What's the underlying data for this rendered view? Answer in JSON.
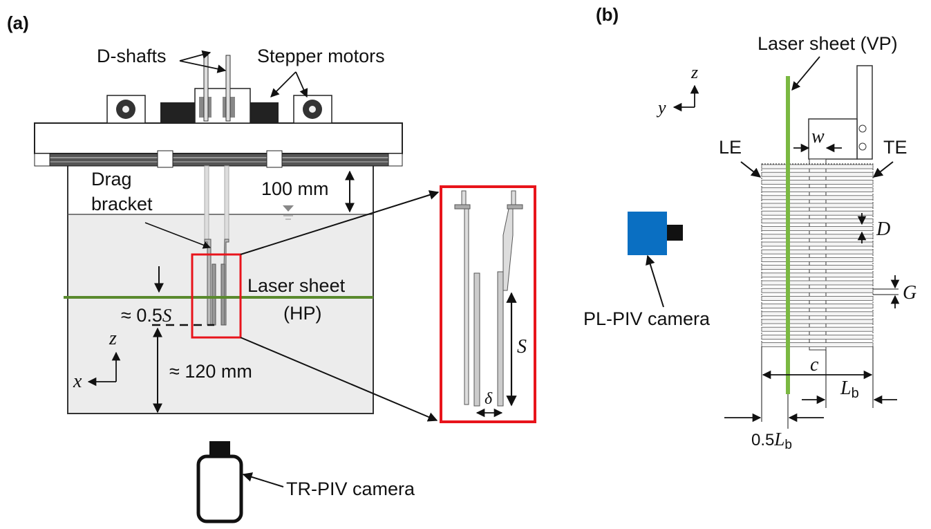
{
  "panel_a": {
    "panel_label": "(a)",
    "d_shafts": "D-shafts",
    "stepper_motors": "Stepper motors",
    "drag_bracket_line1": "Drag",
    "drag_bracket_line2": "bracket",
    "depth": "100 mm",
    "laser_sheet_line1": "Laser sheet",
    "laser_sheet_line2": "(HP)",
    "half_s_prefix": "≈ 0.5",
    "half_s_symbol": "S",
    "height": "≈ 120 mm",
    "axis_z": "z",
    "axis_x": "x",
    "inset_s": "S",
    "inset_delta": "δ",
    "camera": "TR-PIV camera"
  },
  "panel_b": {
    "panel_label": "(b)",
    "laser_sheet": "Laser sheet (VP)",
    "axis_z": "z",
    "axis_y": "y",
    "le": "LE",
    "te": "TE",
    "w": "w",
    "d": "D",
    "g": "G",
    "c": "c",
    "lb": "L",
    "lb_sub": "b",
    "half_lb": "0.5",
    "half_lb_symbol": "L",
    "half_lb_sub": "b",
    "camera": "PL-PIV camera"
  },
  "colors": {
    "laser": "#5a8a2e",
    "laser_b": "#7bb842",
    "highlight": "#e8141b",
    "water": "#ececec",
    "camera_b": "#0a6fc2"
  }
}
